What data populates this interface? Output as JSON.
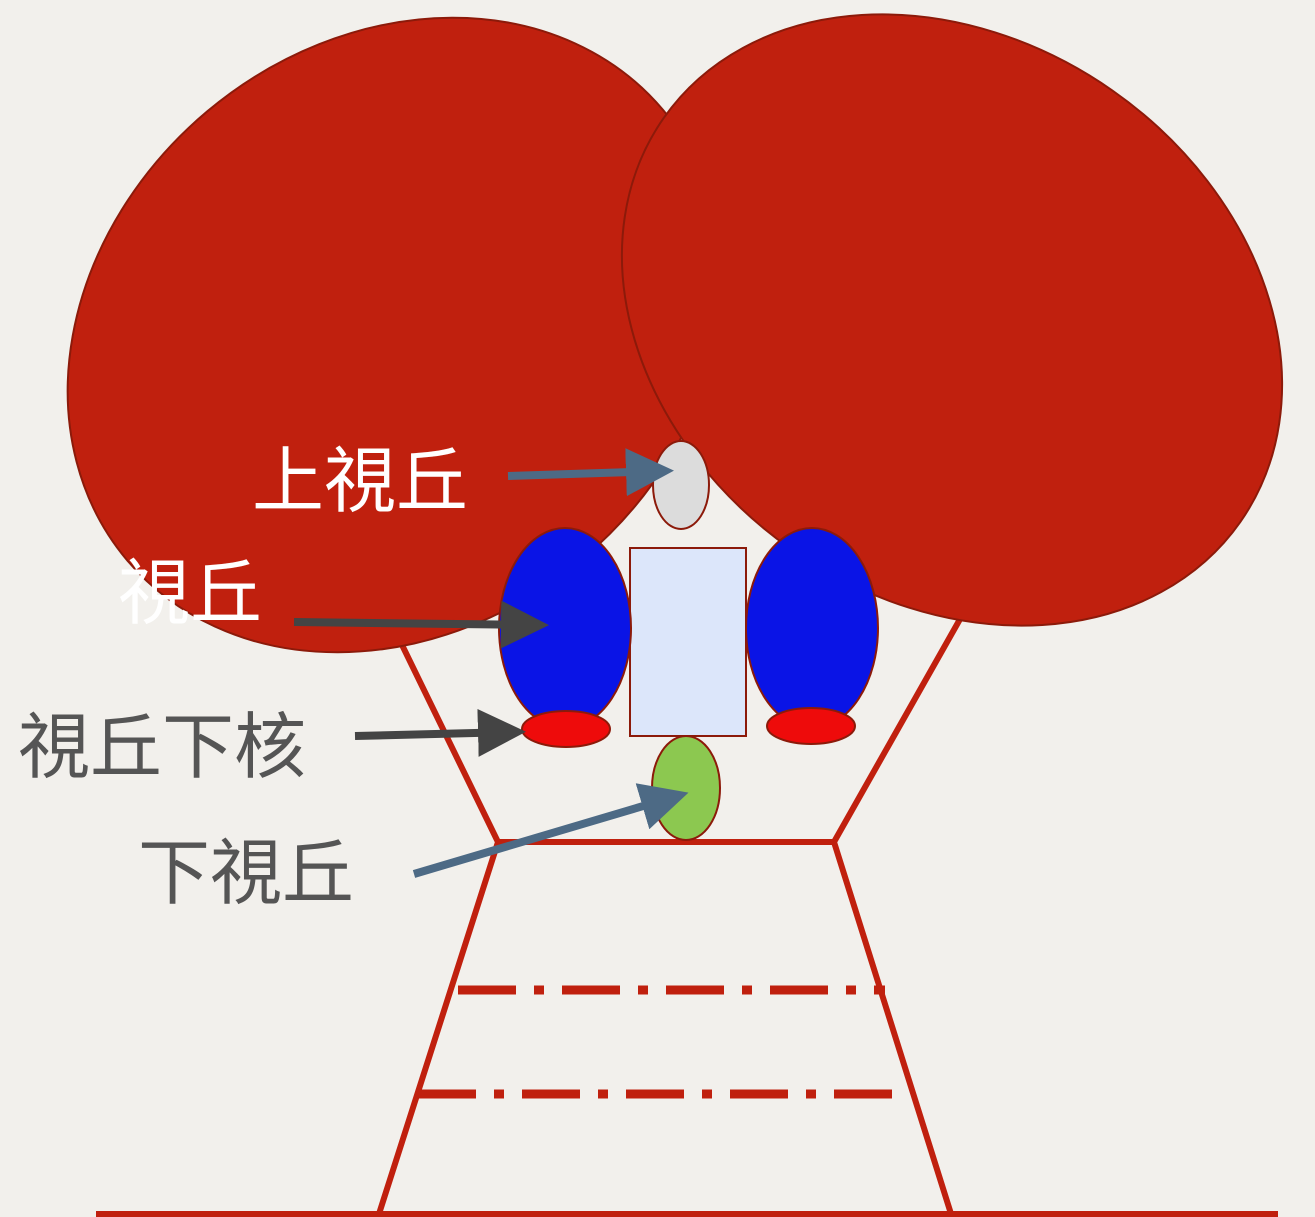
{
  "labels": {
    "epithalamus": "上視丘",
    "thalamus": "視丘",
    "subthalamic_nucleus": "視丘下核",
    "hypothalamus": "下視丘"
  },
  "colors": {
    "background": "#f2f0ec",
    "hemisphere": "#c0200e",
    "outline": "#8c1a0a",
    "thalamus": "#0a14e6",
    "subthalamic_nucleus": "#ee0b0b",
    "hypothalamus": "#8cc850",
    "epithalamus": "#dcdcdc",
    "third_ventricle": "#dce6fa",
    "label_light": "#ffffff",
    "label_dark": "#555555",
    "arrow_slate": "#4d6a85",
    "arrow_dark": "#444444"
  },
  "icons": {
    "arrow_head": "triangle-arrowhead"
  }
}
